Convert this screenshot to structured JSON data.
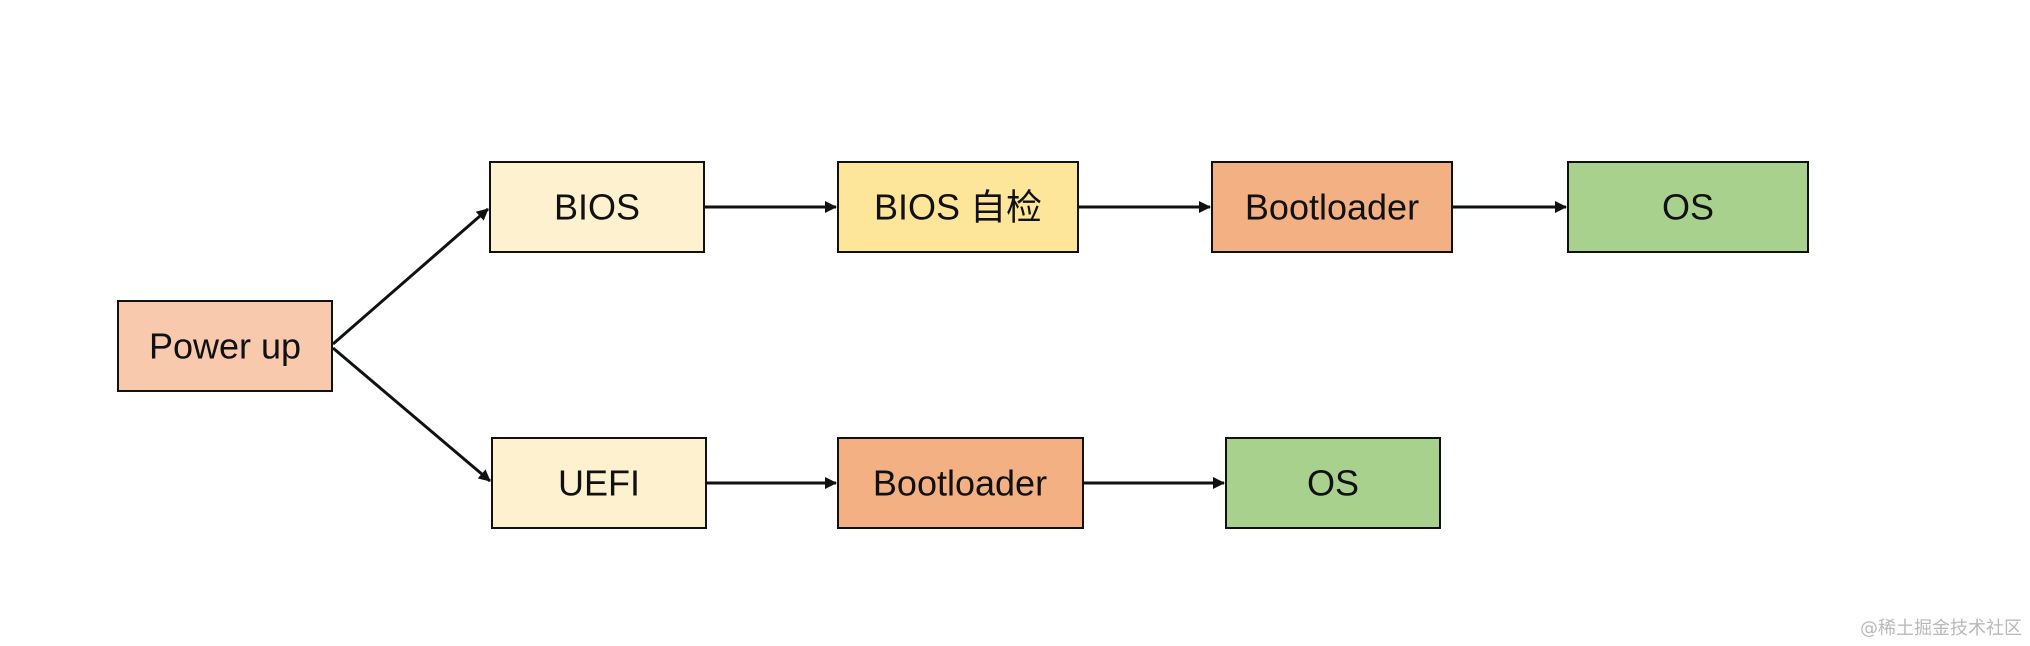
{
  "diagram": {
    "nodes": {
      "power_up": "Power up",
      "bios": "BIOS",
      "bios_post": "BIOS 自检",
      "bootloader_bios": "Bootloader",
      "os_bios": "OS",
      "uefi": "UEFI",
      "bootloader_uefi": "Bootloader",
      "os_uefi": "OS"
    },
    "colors": {
      "power_up": "#f8c9ad",
      "bios": "#fef1cf",
      "bios_post": "#fde69a",
      "bootloader": "#f3b083",
      "os": "#a8d18e",
      "uefi": "#fef1cf",
      "stroke": "#111111"
    }
  },
  "watermark": "@稀土掘金技术社区"
}
